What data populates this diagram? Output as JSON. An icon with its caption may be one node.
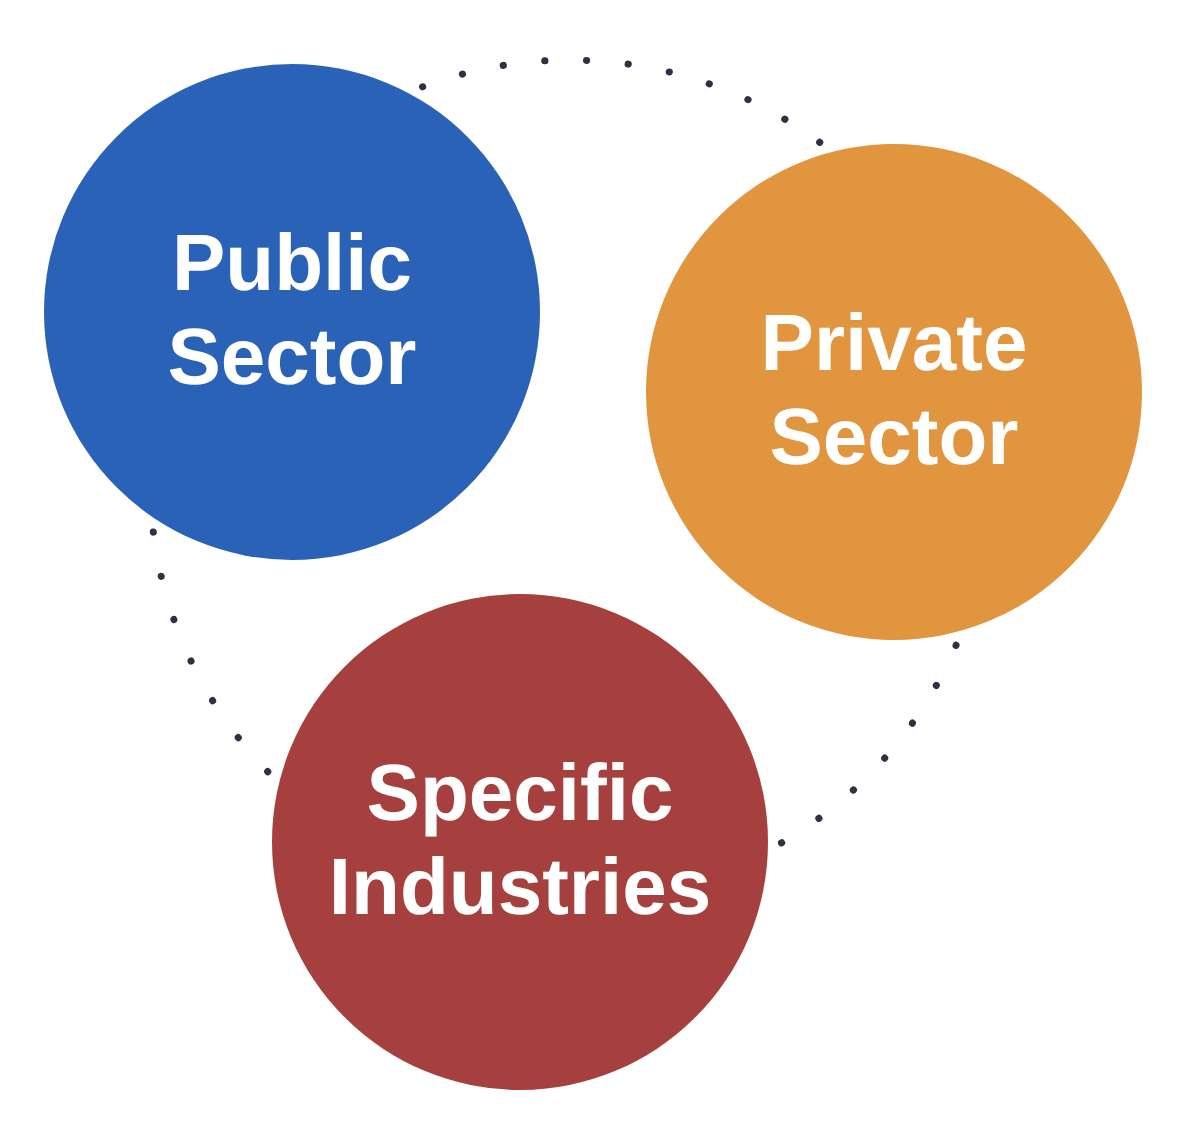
{
  "diagram": {
    "nodes": [
      {
        "text": [
          "Public Sector"
        ]
      },
      {
        "text": [
          "Private Sector"
        ]
      },
      {
        "text": [
          "Specific Industries"
        ]
      }
    ],
    "edges": [
      {
        "from": 0,
        "to": 1,
        "arrow": "none",
        "style": "dashed"
      },
      {
        "from": 1,
        "to": 2,
        "arrow": "none",
        "style": "dashed"
      },
      {
        "from": 2,
        "to": 0,
        "arrow": "none",
        "style": "dashed"
      }
    ]
  }
}
